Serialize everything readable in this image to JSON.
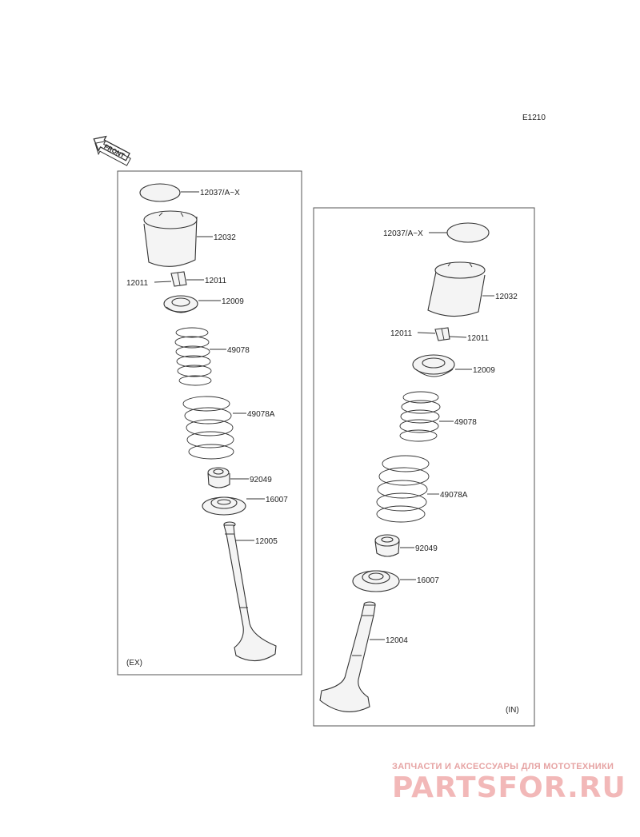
{
  "diagram_code": "E1210",
  "front_label": "FRONT",
  "ex_panel": {
    "caption": "(EX)",
    "labels": {
      "tappet_shim": "12037/A~X",
      "tappet": "12032",
      "cotter_left": "12011",
      "cotter_right": "12011",
      "retainer": "12009",
      "inner_spring": "49078",
      "outer_spring": "49078A",
      "stem_seal": "92049",
      "spring_seat": "16007",
      "valve": "12005"
    }
  },
  "in_panel": {
    "caption": "(IN)",
    "labels": {
      "tappet_shim": "12037/A~X",
      "tappet": "12032",
      "cotter_left": "12011",
      "cotter_right": "12011",
      "retainer": "12009",
      "inner_spring": "49078",
      "outer_spring": "49078A",
      "stem_seal": "92049",
      "spring_seat": "16007",
      "valve": "12004"
    }
  },
  "watermark": {
    "tagline": "ЗАПЧАСТИ И АКСЕССУАРЫ ДЛЯ МОТОТЕХНИКИ",
    "logo": "PARTSFOR.RU",
    "color": "#e6a3a3"
  }
}
